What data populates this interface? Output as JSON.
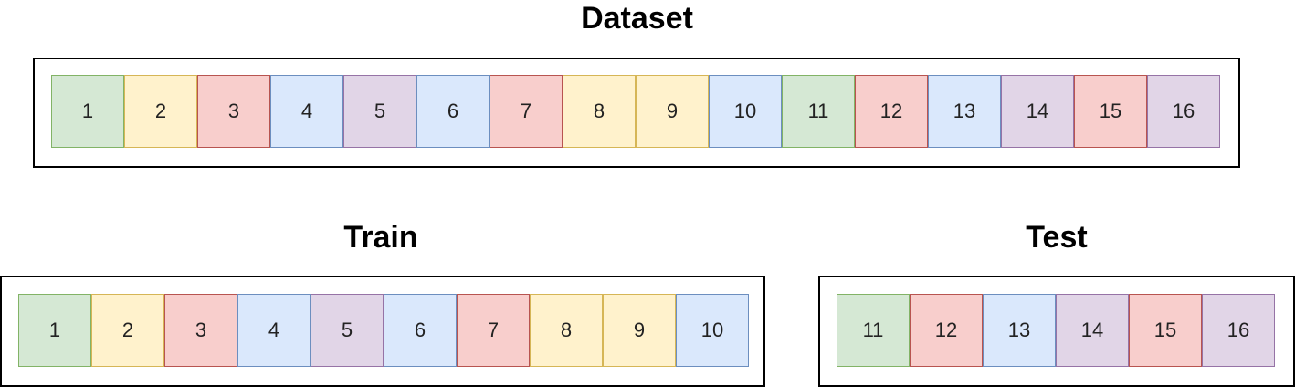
{
  "palette": {
    "green": {
      "fill": "#d5e8d4",
      "stroke": "#82b366"
    },
    "yellow": {
      "fill": "#fff2cc",
      "stroke": "#d6b656"
    },
    "red": {
      "fill": "#f8cecc",
      "stroke": "#b85450"
    },
    "blue": {
      "fill": "#dae8fc",
      "stroke": "#6c8ebf"
    },
    "purple": {
      "fill": "#e1d5e7",
      "stroke": "#9673a6"
    }
  },
  "dataset": {
    "title": "Dataset",
    "items": [
      {
        "label": "1",
        "color": "green"
      },
      {
        "label": "2",
        "color": "yellow"
      },
      {
        "label": "3",
        "color": "red"
      },
      {
        "label": "4",
        "color": "blue"
      },
      {
        "label": "5",
        "color": "purple"
      },
      {
        "label": "6",
        "color": "blue"
      },
      {
        "label": "7",
        "color": "red"
      },
      {
        "label": "8",
        "color": "yellow"
      },
      {
        "label": "9",
        "color": "yellow"
      },
      {
        "label": "10",
        "color": "blue"
      },
      {
        "label": "11",
        "color": "green"
      },
      {
        "label": "12",
        "color": "red"
      },
      {
        "label": "13",
        "color": "blue"
      },
      {
        "label": "14",
        "color": "purple"
      },
      {
        "label": "15",
        "color": "red"
      },
      {
        "label": "16",
        "color": "purple"
      }
    ]
  },
  "train": {
    "title": "Train",
    "items": [
      {
        "label": "1",
        "color": "green"
      },
      {
        "label": "2",
        "color": "yellow"
      },
      {
        "label": "3",
        "color": "red"
      },
      {
        "label": "4",
        "color": "blue"
      },
      {
        "label": "5",
        "color": "purple"
      },
      {
        "label": "6",
        "color": "blue"
      },
      {
        "label": "7",
        "color": "red"
      },
      {
        "label": "8",
        "color": "yellow"
      },
      {
        "label": "9",
        "color": "yellow"
      },
      {
        "label": "10",
        "color": "blue"
      }
    ]
  },
  "test": {
    "title": "Test",
    "items": [
      {
        "label": "11",
        "color": "green"
      },
      {
        "label": "12",
        "color": "red"
      },
      {
        "label": "13",
        "color": "blue"
      },
      {
        "label": "14",
        "color": "purple"
      },
      {
        "label": "15",
        "color": "red"
      },
      {
        "label": "16",
        "color": "purple"
      }
    ]
  }
}
